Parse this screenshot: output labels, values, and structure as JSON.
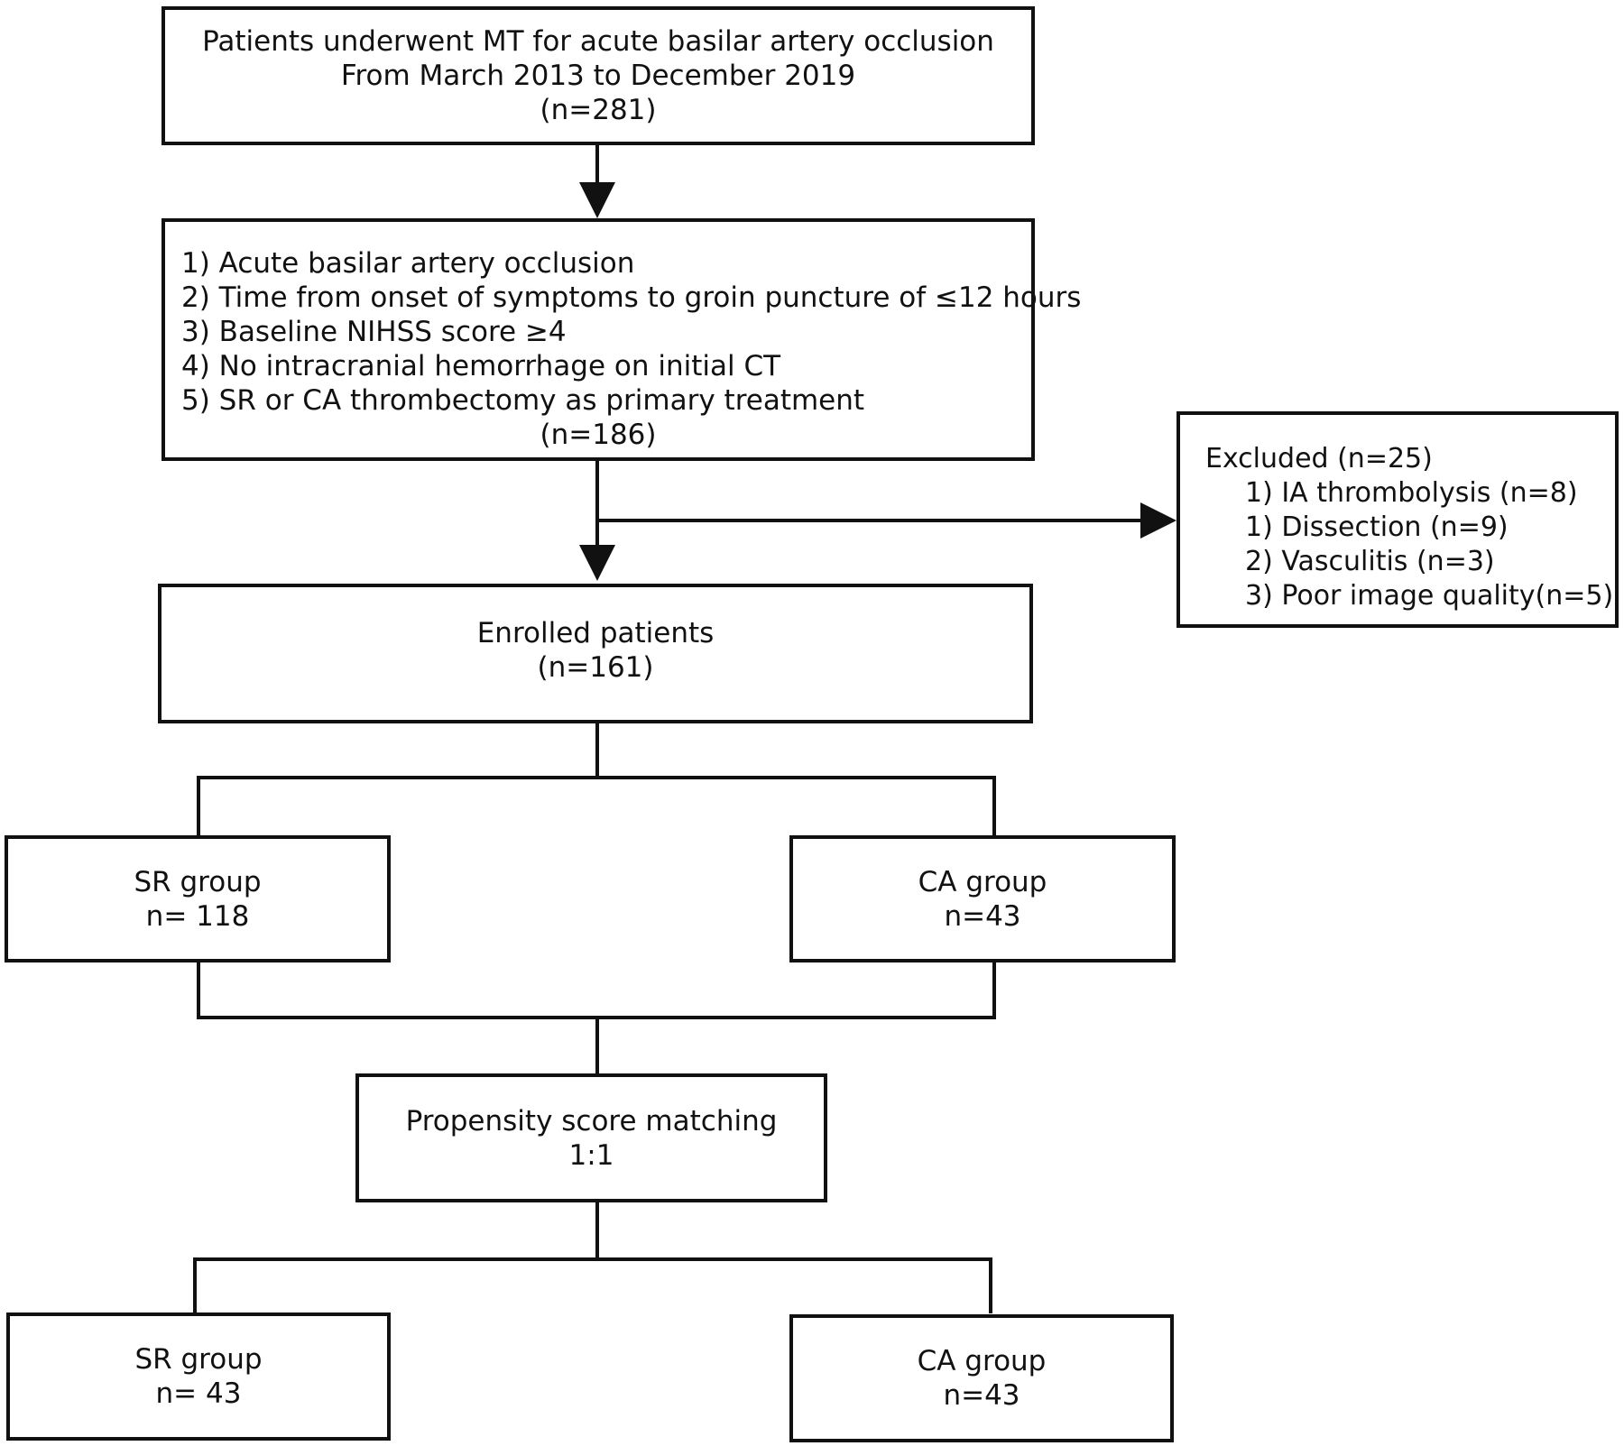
{
  "box_patients": {
    "line1": "Patients underwent MT for acute basilar artery occlusion",
    "line2": "From March 2013 to December 2019",
    "line3": "(n=281)"
  },
  "box_criteria": {
    "items": [
      "1) Acute basilar artery occlusion",
      "2) Time from onset of symptoms to groin puncture of ≤12 hours",
      "3) Baseline NIHSS score ≥4",
      "4) No intracranial hemorrhage on initial CT",
      "5) SR or CA thrombectomy as primary treatment"
    ],
    "count": "(n=186)"
  },
  "box_excluded": {
    "title": "Excluded (n=25)",
    "items": [
      "1) IA thrombolysis (n=8)",
      "1) Dissection (n=9)",
      "2) Vasculitis (n=3)",
      "3) Poor image quality(n=5)"
    ]
  },
  "box_enrolled": {
    "line1": "Enrolled patients",
    "line2": "(n=161)"
  },
  "box_sr_group": {
    "line1": "SR group",
    "line2": "n= 118"
  },
  "box_ca_group": {
    "line1": "CA group",
    "line2": "n=43"
  },
  "box_psm": {
    "line1": "Propensity score matching",
    "line2": "1:1"
  },
  "box_sr_matched": {
    "line1": "SR group",
    "line2": "n= 43"
  },
  "box_ca_matched": {
    "line1": "CA group",
    "line2": "n=43"
  }
}
